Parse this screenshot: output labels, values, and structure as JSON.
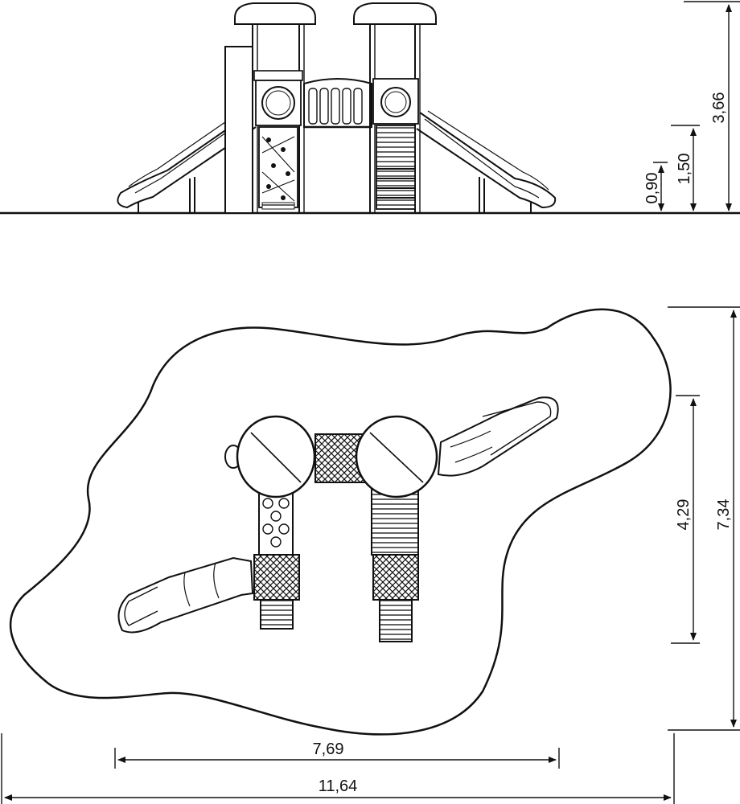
{
  "elevation": {
    "dimensions": {
      "height_total": "3,66",
      "height_mid": "1,50",
      "height_platform": "0,90"
    }
  },
  "plan": {
    "dimensions": {
      "depth_total": "7,34",
      "depth_equipment": "4,29",
      "width_equipment": "7,69",
      "width_total": "11,64"
    }
  },
  "colors": {
    "line": "#111111",
    "background": "#ffffff"
  }
}
